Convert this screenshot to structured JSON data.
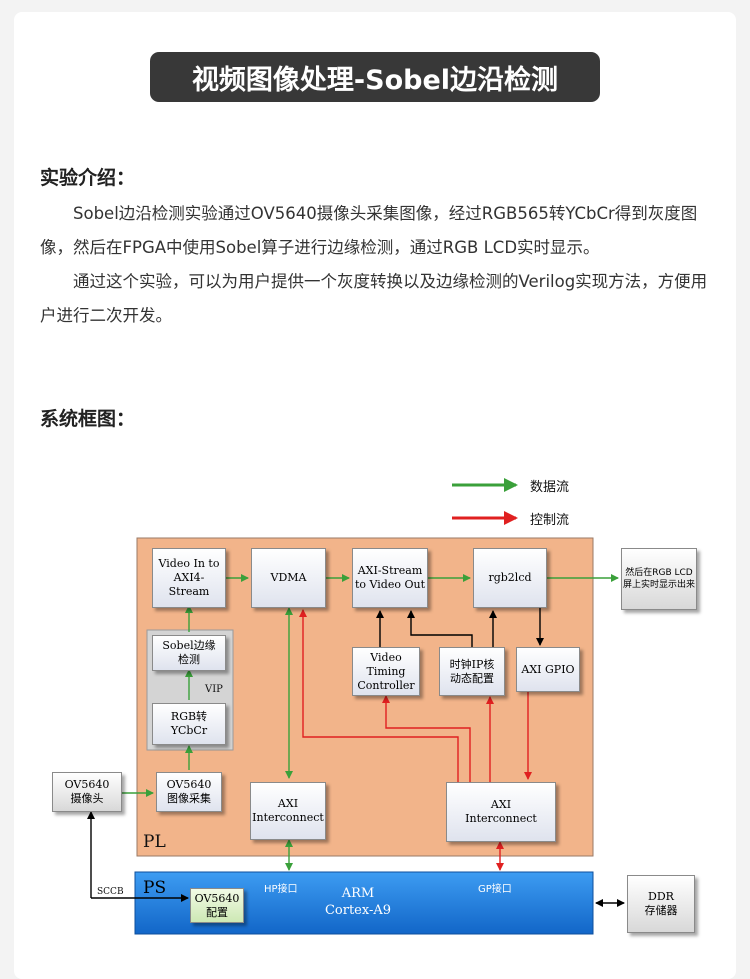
{
  "title": "视频图像处理-Sobel边沿检测",
  "intro": {
    "heading": "实验介绍：",
    "p1": "Sobel边沿检测实验通过OV5640摄像头采集图像，经过RGB565转YCbCr得到灰度图像，然后在FPGA中使用Sobel算子进行边缘检测，通过RGB LCD实时显示。",
    "p2": "通过这个实验，可以为用户提供一个灰度转换以及边缘检测的Verilog实现方法，方便用户进行二次开发。"
  },
  "system": {
    "heading": "系统框图："
  },
  "diagram": {
    "legend": {
      "data_flow": "数据流",
      "control_flow": "控制流"
    },
    "colors": {
      "data": "#3aa03a",
      "control": "#e02020",
      "pl": "#f2b48a",
      "ps": "#1a7fe0",
      "neutral": "#000000"
    },
    "pl_label": "PL",
    "ps_label": "PS",
    "vip_label": "VIP",
    "hp_port": "HP接口",
    "gp_port": "GP接口",
    "sccb": "SCCB",
    "arm": "ARM\nCortex-A9",
    "blocks": {
      "video_in": "Video In to\nAXI4-\nStream",
      "vdma": "VDMA",
      "axis_vout": "AXI-Stream\nto Video Out",
      "rgb2lcd": "rgb2lcd",
      "lcd_display": "然后在RGB LCD\n屏上实时显示出来",
      "sobel": "Sobel边缘\n检测",
      "rgb_ycbcr": "RGB转\nYCbCr",
      "vtc": "Video\nTiming\nController",
      "clk_cfg": "时钟IP核\n动态配置",
      "axi_gpio": "AXI GPIO",
      "cam": "OV5640\n摄像头",
      "cam_cap": "OV5640\n图像采集",
      "axi_ic1": "AXI\nInterconnect",
      "axi_ic2": "AXI\nInterconnect",
      "ov_cfg": "OV5640\n配置",
      "ddr": "DDR\n存储器"
    }
  }
}
